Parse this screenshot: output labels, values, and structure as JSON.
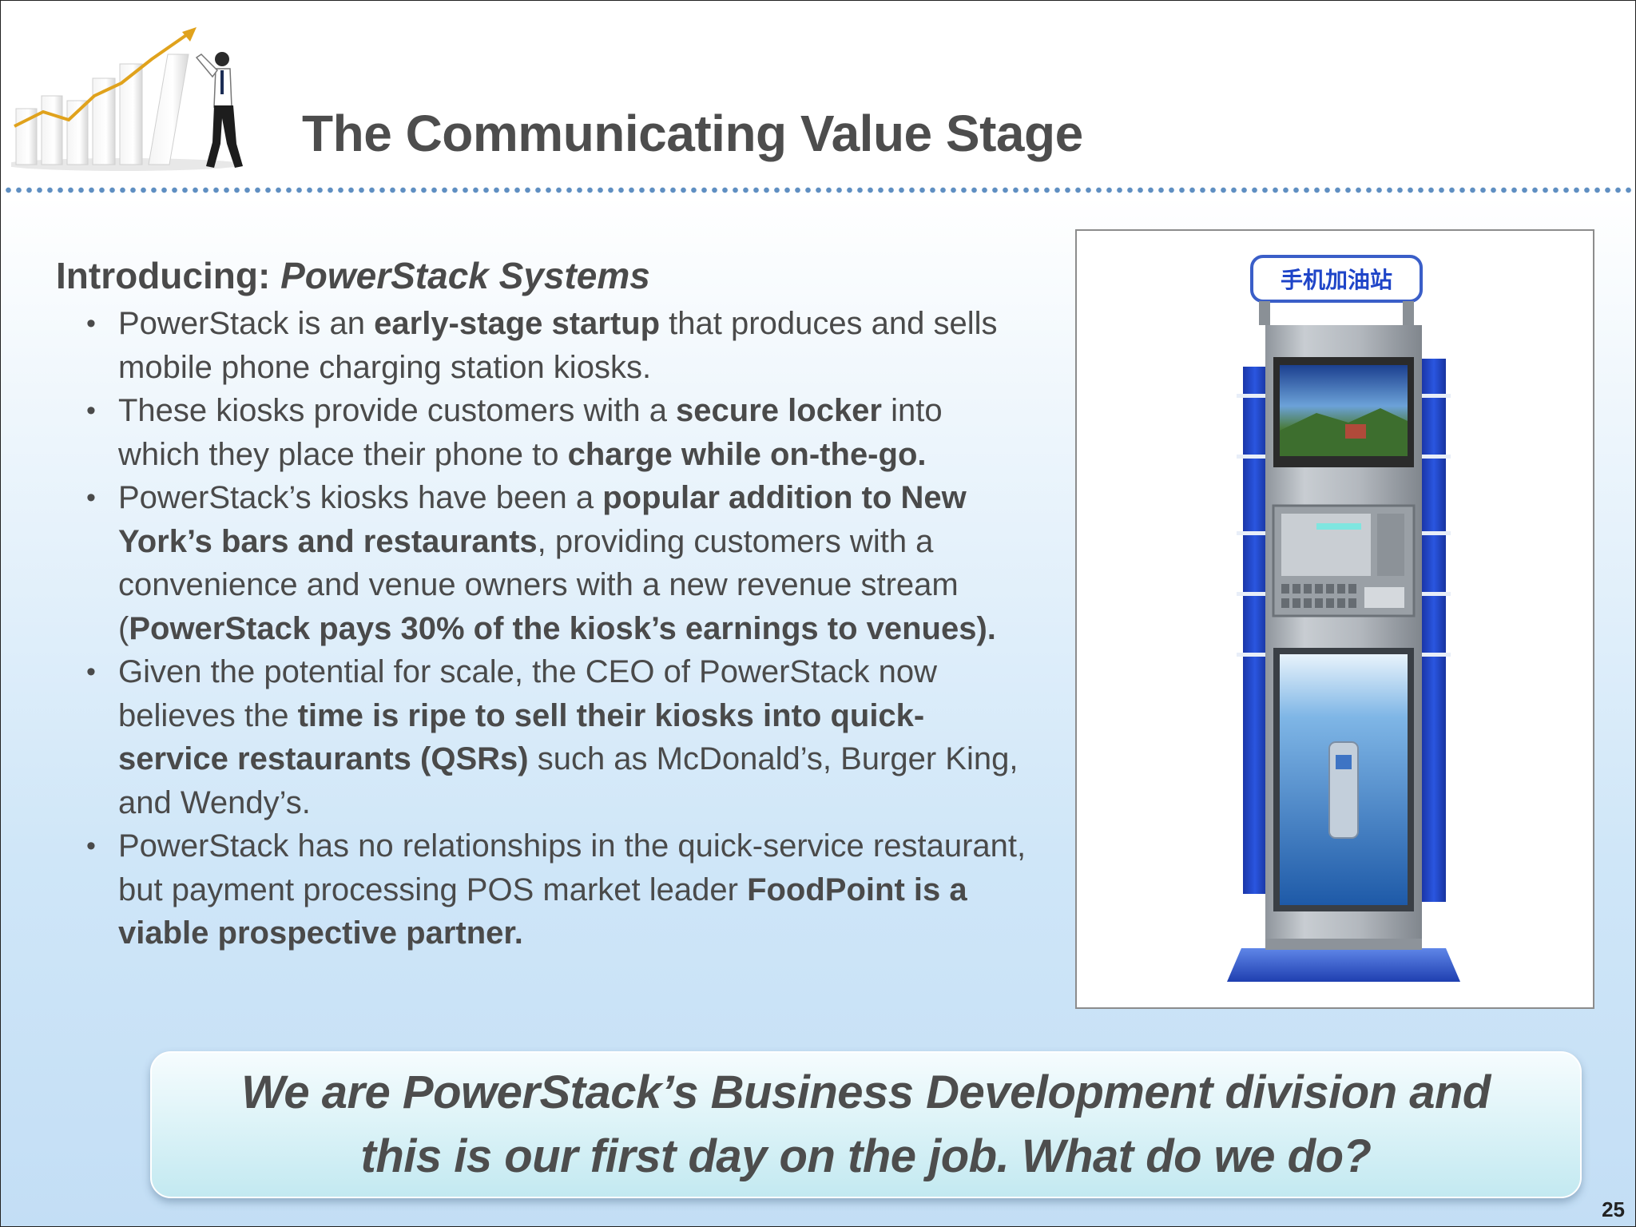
{
  "header": {
    "title": "The Communicating Value Stage"
  },
  "intro": {
    "label": "Introducing:",
    "company": "PowerStack Systems"
  },
  "bullets": [
    [
      {
        "text": "PowerStack is an ",
        "bold": false
      },
      {
        "text": "early-stage startup",
        "bold": true
      },
      {
        "text": " that produces and sells mobile phone charging station kiosks.",
        "bold": false
      }
    ],
    [
      {
        "text": "These kiosks provide customers with a ",
        "bold": false
      },
      {
        "text": "secure locker",
        "bold": true
      },
      {
        "text": " into which they place their phone to ",
        "bold": false
      },
      {
        "text": "charge while on-the-go.",
        "bold": true
      }
    ],
    [
      {
        "text": "PowerStack’s kiosks have been a ",
        "bold": false
      },
      {
        "text": "popular addition to New York’s bars and restaurants",
        "bold": true
      },
      {
        "text": ", providing customers with a convenience and venue owners with a new revenue stream (",
        "bold": false
      },
      {
        "text": "PowerStack pays 30% of the kiosk’s earnings to venues).",
        "bold": true
      }
    ],
    [
      {
        "text": "Given the potential for scale, the CEO of PowerStack now believes the ",
        "bold": false
      },
      {
        "text": "time is ripe to sell their kiosks into quick-service restaurants (QSRs)",
        "bold": true
      },
      {
        "text": " such as McDonald’s, Burger King, and Wendy’s.",
        "bold": false
      }
    ],
    [
      {
        "text": "PowerStack has no relationships in the quick-service restaurant, but payment processing POS market leader ",
        "bold": false
      },
      {
        "text": "FoodPoint is a viable prospective partner.",
        "bold": true
      }
    ]
  ],
  "kiosk": {
    "sign_text": "手机加油站"
  },
  "callout": {
    "line1": "We are PowerStack’s Business Development division and",
    "line2": "this is our first day on the job.  What do we do?"
  },
  "page_number": "25",
  "colors": {
    "title": "#4d4d4d",
    "body_text": "#4a4a4a",
    "dot_rule": "#5f8fc2",
    "kiosk_blue": "#1f45c8",
    "callout_top": "#f6fcfe",
    "callout_bottom": "#c3e9f1"
  }
}
